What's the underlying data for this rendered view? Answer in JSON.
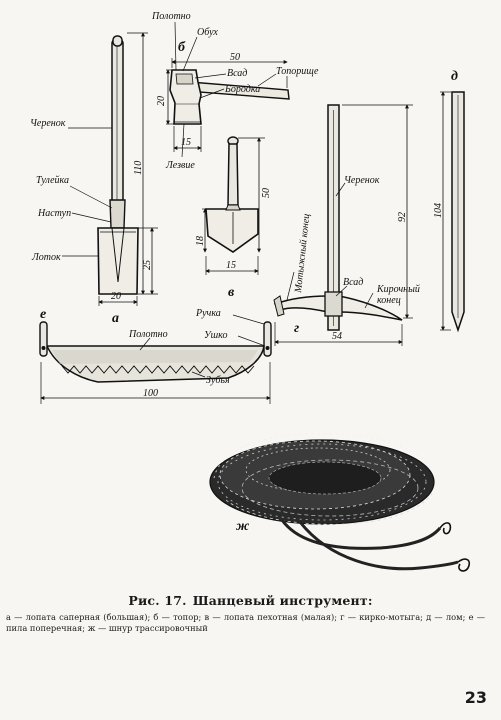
{
  "figure": {
    "letters": {
      "a": "а",
      "b": "б",
      "v": "в",
      "g": "г",
      "d": "д",
      "e": "е",
      "zh": "ж"
    },
    "shovel_large": {
      "labels": {
        "handle": "Черенок",
        "socket": "Тулейка",
        "step": "Наступ",
        "blade": "Лоток"
      },
      "dims": {
        "height": "110",
        "blade_height": "25",
        "width": "20"
      }
    },
    "axe": {
      "labels": {
        "blade_top": "Полотно",
        "butt": "Обух",
        "eye": "Всад",
        "handle": "Топорище",
        "beard": "Бородка",
        "edge": "Лезвие"
      },
      "dims": {
        "length": "50",
        "height": "20",
        "edge": "15"
      }
    },
    "shovel_small": {
      "dims": {
        "length": "50",
        "blade_height": "18",
        "width": "15"
      }
    },
    "pickaxe": {
      "labels": {
        "handle": "Черенок",
        "hoe_end": "Мотыжный конец",
        "eye": "Всад",
        "pick_end_1": "Кирочный",
        "pick_end_2": "конец"
      },
      "dims": {
        "length": "92",
        "head_width": "54"
      }
    },
    "crowbar": {
      "dims": {
        "length": "104"
      }
    },
    "saw": {
      "labels": {
        "handle": "Ручка",
        "eyelet": "Ушко",
        "blade": "Полотно",
        "teeth": "Зубья"
      },
      "dims": {
        "length": "100"
      }
    }
  },
  "caption": {
    "figure_number": "Рис. 17.",
    "title": "Шанцевый инструмент:",
    "text": "а — лопата саперная (большая); б — топор; в — лопата пехотная (малая); г — кирко-мотыга; д — лом; е — пила поперечная; ж — шнур трассировочный"
  },
  "page_number": "23"
}
